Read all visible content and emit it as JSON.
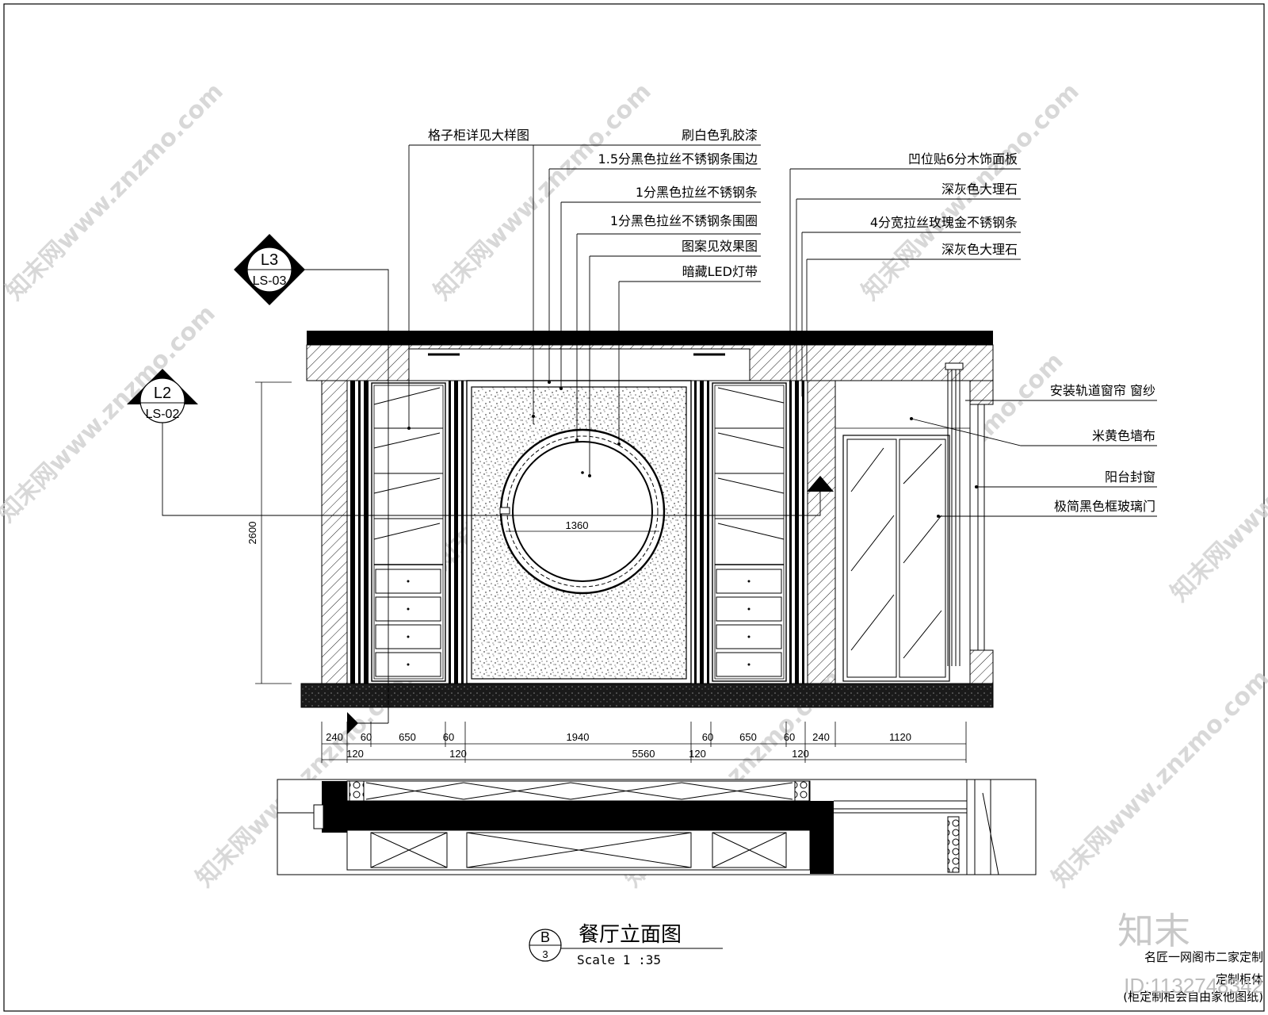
{
  "callouts_left": [
    "格子柜详见大样图",
    "刷白色乳胶漆",
    "1.5分黑色拉丝不锈钢条围边",
    "1分黑色拉丝不锈钢条",
    "1分黑色拉丝不锈钢条围圈",
    "图案见效果图",
    "暗藏LED灯带"
  ],
  "callouts_right": [
    "凹位贴6分木饰面板",
    "深灰色大理石",
    "4分宽拉丝玫瑰金不锈钢条",
    "深灰色大理石"
  ],
  "callouts_side": [
    "安装轨道窗帘 窗纱",
    "米黄色墙布",
    "阳台封窗",
    "极简黑色框玻璃门"
  ],
  "section_marks": [
    {
      "num": "L3",
      "ref": "LS-03"
    },
    {
      "num": "L2",
      "ref": "LS-02"
    }
  ],
  "dims": {
    "height": "2600",
    "circle": "1360",
    "row1": [
      "240",
      "60",
      "650",
      "60",
      "1940",
      "60",
      "650",
      "60",
      "240",
      "1120"
    ],
    "row2": [
      "120",
      "120",
      "120",
      "120"
    ],
    "total": "5560"
  },
  "title_block": {
    "circle_top": "B",
    "circle_bottom": "3",
    "title": "餐厅立面图",
    "scale": "Scale 1 :35"
  },
  "corner": {
    "logo": "知末",
    "line1": "名匠一网阁市二家定制",
    "line2": "定制柜体",
    "line3": "(柜定制柜会自由家他图纸)",
    "id": "ID:1132748342"
  },
  "watermark": "知末网www.znzmo.com"
}
